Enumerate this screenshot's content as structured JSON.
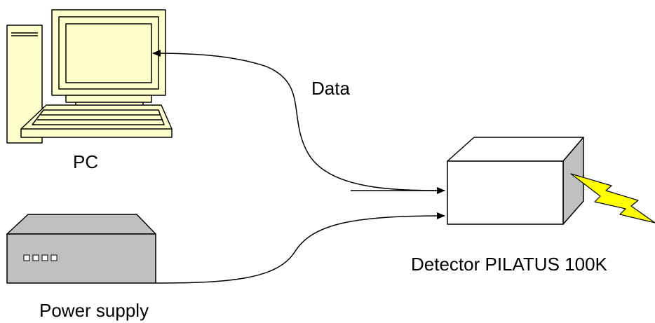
{
  "labels": {
    "pc": "PC",
    "data": "Data",
    "detector": "Detector PILATUS 100K",
    "power_supply": "Power supply"
  },
  "colors": {
    "pc_body": "#ffffcc",
    "power_supply_body": "#c0c0c0",
    "detector_front": "#ffffff",
    "detector_side": "#c0c0c0",
    "radiation_bolt": "#ffff00",
    "lines": "#000000"
  },
  "icons": {
    "pc": "desktop-computer-icon",
    "power_supply": "power-supply-box-icon",
    "detector": "detector-box-icon",
    "radiation": "lightning-bolt-icon"
  }
}
